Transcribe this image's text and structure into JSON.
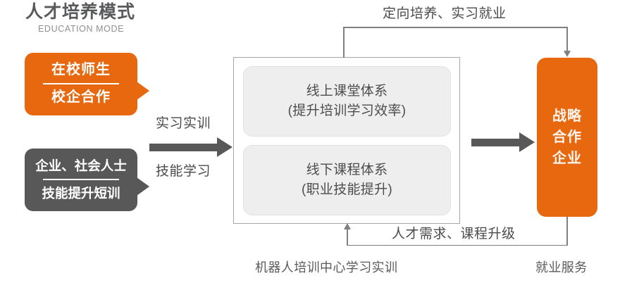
{
  "header": {
    "title": "人才培养模式",
    "subtitle": "EDUCATION MODE"
  },
  "colors": {
    "orange": "#e8680f",
    "gray": "#585858",
    "panel_bg": "#eeeeee",
    "stroke": "#808080",
    "text_dark": "#4b4b4b"
  },
  "sources": [
    {
      "id": "students",
      "line1": "在校师生",
      "line2": "校企合作",
      "color": "#e8680f"
    },
    {
      "id": "enterprise-public",
      "line1": "企业、社会人士",
      "line2": "技能提升短训",
      "color": "#585858"
    }
  ],
  "middle_arrow": {
    "label_top": "实习实训",
    "label_bottom": "技能学习"
  },
  "center": {
    "panels": [
      {
        "id": "online",
        "line1": "线上课堂体系",
        "line2": "(提升培训学习效率)"
      },
      {
        "id": "offline",
        "line1": "线下课程体系",
        "line2": "(职业技能提升)"
      }
    ]
  },
  "right_box": {
    "lines": [
      "战略",
      "合作",
      "企业"
    ]
  },
  "flows": {
    "top_label": "定向培养、实习就业",
    "bottom_label": "人才需求、课程升级"
  },
  "captions": {
    "center": "机器人培训中心学习实训",
    "right": "就业服务"
  }
}
